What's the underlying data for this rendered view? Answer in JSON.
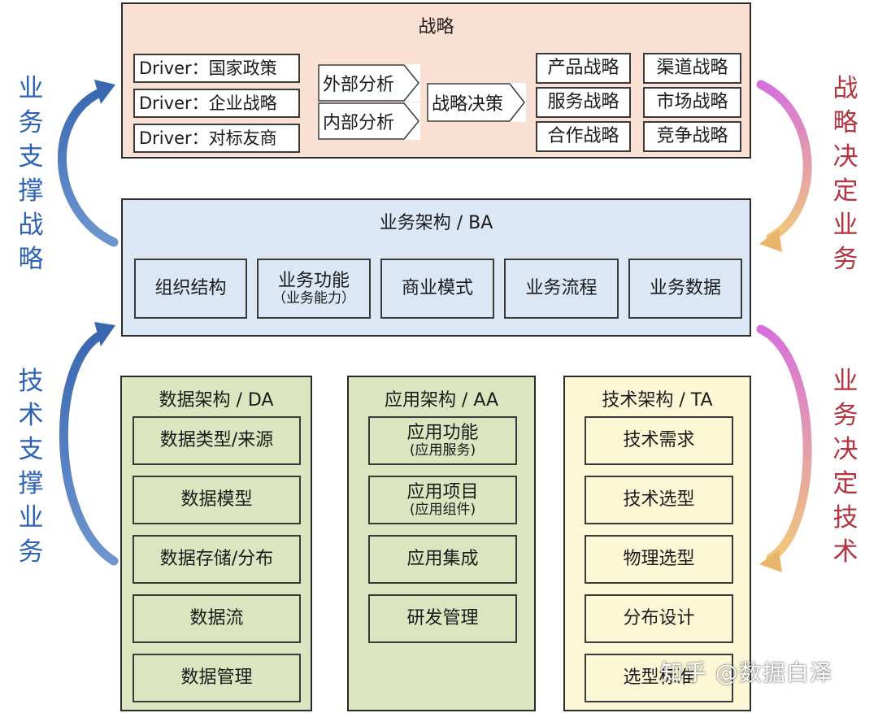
{
  "strategy": {
    "title": "战略",
    "drivers": [
      "Driver：国家政策",
      "Driver：企业战略",
      "Driver：对标友商"
    ],
    "analysis": [
      "外部分析",
      "内部分析"
    ],
    "decision": "战略决策",
    "strategies": [
      "产品战略",
      "渠道战略",
      "服务战略",
      "市场战略",
      "合作战略",
      "竞争战略"
    ]
  },
  "ba": {
    "title": "业务架构 / BA",
    "items": [
      {
        "label": "组织结构",
        "sub": ""
      },
      {
        "label": "业务功能",
        "sub": "（业务能力）"
      },
      {
        "label": "商业模式",
        "sub": ""
      },
      {
        "label": "业务流程",
        "sub": ""
      },
      {
        "label": "业务数据",
        "sub": ""
      }
    ]
  },
  "da": {
    "title": "数据架构 / DA",
    "items": [
      "数据类型/来源",
      "数据模型",
      "数据存储/分布",
      "数据流",
      "数据管理"
    ]
  },
  "aa": {
    "title": "应用架构 / AA",
    "items": [
      {
        "label": "应用功能",
        "sub": "(应用服务)"
      },
      {
        "label": "应用项目",
        "sub": "(应用组件)"
      },
      {
        "label": "应用集成",
        "sub": ""
      },
      {
        "label": "研发管理",
        "sub": ""
      }
    ]
  },
  "ta": {
    "title": "技术架构 / TA",
    "items": [
      "技术需求",
      "技术选型",
      "物理选型",
      "分布设计",
      "选型标准"
    ]
  },
  "side_labels": {
    "top_left": [
      "业",
      "务",
      "支",
      "撑",
      "战",
      "略"
    ],
    "top_right": [
      "战",
      "略",
      "决",
      "定",
      "业",
      "务"
    ],
    "bottom_left": [
      "技",
      "术",
      "支",
      "撑",
      "业",
      "务"
    ],
    "bottom_right": [
      "业",
      "务",
      "决",
      "定",
      "技",
      "术"
    ]
  },
  "watermark": "知乎 @数据白泽",
  "colors": {
    "strategy_bg": "#f9e0d2",
    "ba_bg": "#dbe7f4",
    "da_aa_bg": "#dbe5bf",
    "ta_bg": "#fcf8d6",
    "left_label": "#2c62b5",
    "right_label": "#b5323f",
    "left_arrow": "#3f6db3",
    "right_arrow": "#d77de0"
  }
}
